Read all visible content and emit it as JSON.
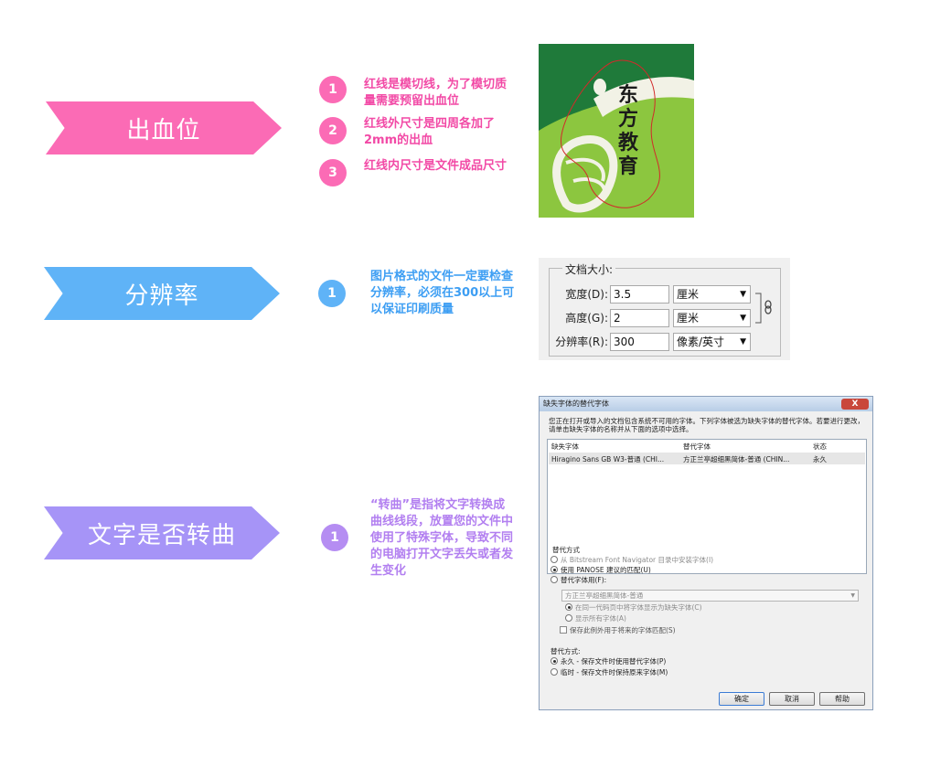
{
  "sections": [
    {
      "banner": "出血位",
      "color": "#fb6bb5",
      "items": [
        {
          "num": "1",
          "text": "红线是模切线，为了模切质量需要预留出血位"
        },
        {
          "num": "2",
          "text": "红线外尺寸是四周各加了2mm的出血"
        },
        {
          "num": "3",
          "text": "红线内尺寸是文件成品尺寸"
        }
      ]
    },
    {
      "banner": "分辨率",
      "color": "#5fb3f7",
      "items": [
        {
          "num": "1",
          "text": "图片格式的文件一定要检查分辨率，必须在300以上可以保证印刷质量"
        }
      ]
    },
    {
      "banner": "文字是否转曲",
      "color": "#a694f7",
      "items": [
        {
          "num": "1",
          "text": "“转曲”是指将文字转换成曲线线段，放置您的文件中使用了特殊字体，导致不同的电脑打开文字丢失或者发生变化"
        }
      ]
    }
  ],
  "logo": {
    "text": "东方教育",
    "green_dark": "#1f7a3a",
    "green_light": "#8cc63f"
  },
  "doc_size": {
    "legend": "文档大小:",
    "rows": [
      {
        "label": "宽度(D):",
        "value": "3.5",
        "unit": "厘米"
      },
      {
        "label": "高度(G):",
        "value": "2",
        "unit": "厘米"
      },
      {
        "label": "分辨率(R):",
        "value": "300",
        "unit": "像素/英寸"
      }
    ],
    "link_icon": "chain-link-icon"
  },
  "dialog": {
    "title": "缺失字体的替代字体",
    "close": "X",
    "description": "您正在打开或导入的文档包含系统不可用的字体。下列字体被选为缺失字体的替代字体。若要进行更改，请单击缺失字体的名称并从下面的选项中选择。",
    "columns": [
      "缺失字体",
      "替代字体",
      "状态"
    ],
    "row": {
      "missing": "Hiragino Sans GB W3-普通 (CHI...",
      "substitute": "方正兰亭超细黑简体-普通 (CHIN...",
      "status": "永久"
    },
    "group1_label": "替代方式",
    "opt_navigator": "从 Bitstream Font Navigator 目录中安装字体(I)",
    "opt_panose": "使用 PANOSE 建议的匹配(U)",
    "opt_replace": "替代字体用(F):",
    "replace_font": "方正兰亭超细黑简体-普通",
    "opt_same_codepage": "在同一代码页中将字体显示为缺失字体(C)",
    "opt_show_all": "显示所有字体(A)",
    "opt_save_exception": "保存此例外用于将来的字体匹配(S)",
    "group2_label": "替代方式:",
    "opt_permanent": "永久 - 保存文件时使用替代字体(P)",
    "opt_temporary": "临时 - 保存文件时保持原来字体(M)",
    "btn_ok": "确定",
    "btn_cancel": "取消",
    "btn_help": "帮助"
  }
}
